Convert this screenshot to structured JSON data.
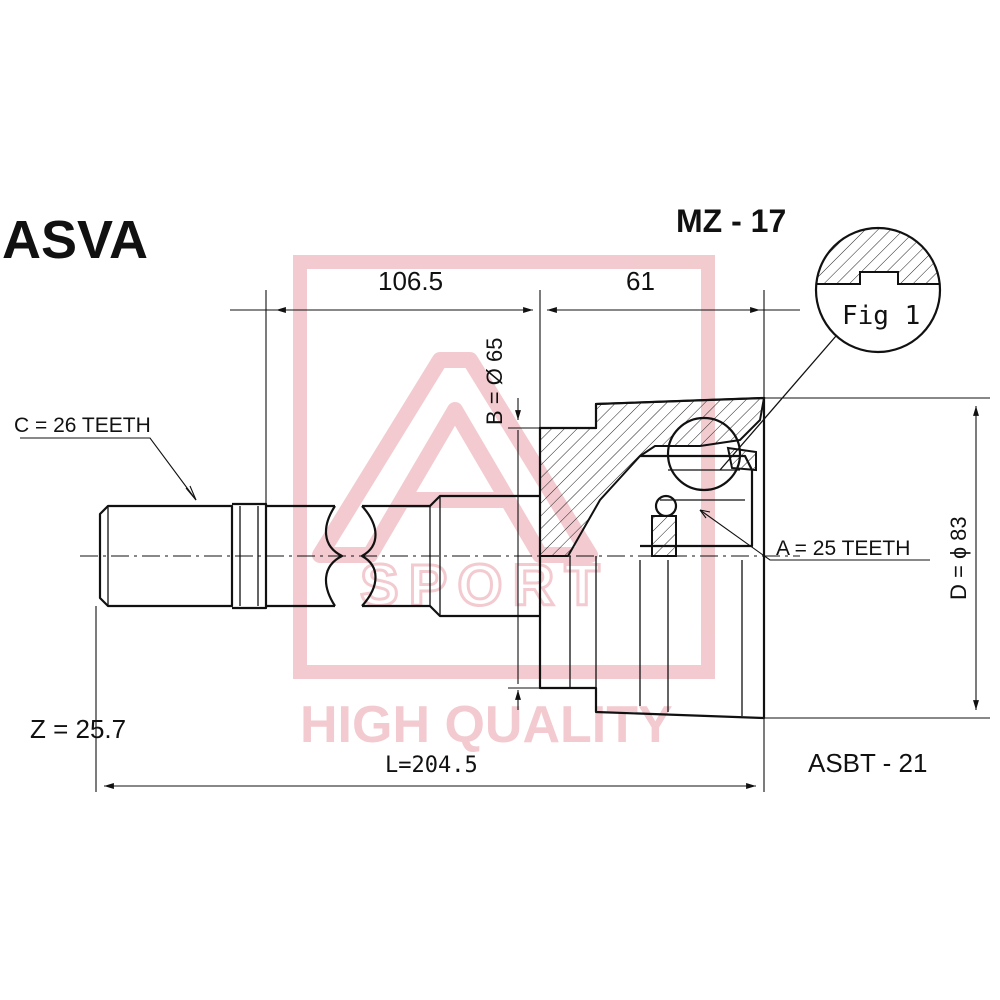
{
  "brand": "ASVA",
  "part_number": "MZ - 17",
  "figure_label": "Fig 1",
  "dimensions": {
    "shaft_length": "106.5",
    "housing_length": "61",
    "b_label": "B = Ø 65",
    "c_label": "C = 26 TEETH",
    "a_label": "A = 25 TEETH",
    "d_label": "D = ɸ 83",
    "z_label": "Z = 25.7",
    "total_length": "L=204.5"
  },
  "boot_code": "ASBT - 21",
  "watermark": {
    "sport_text": "SPORT",
    "quality_text": "HIGH QUALITY",
    "color": "#e8a0a8"
  },
  "colors": {
    "line": "#111111",
    "background": "#ffffff"
  }
}
